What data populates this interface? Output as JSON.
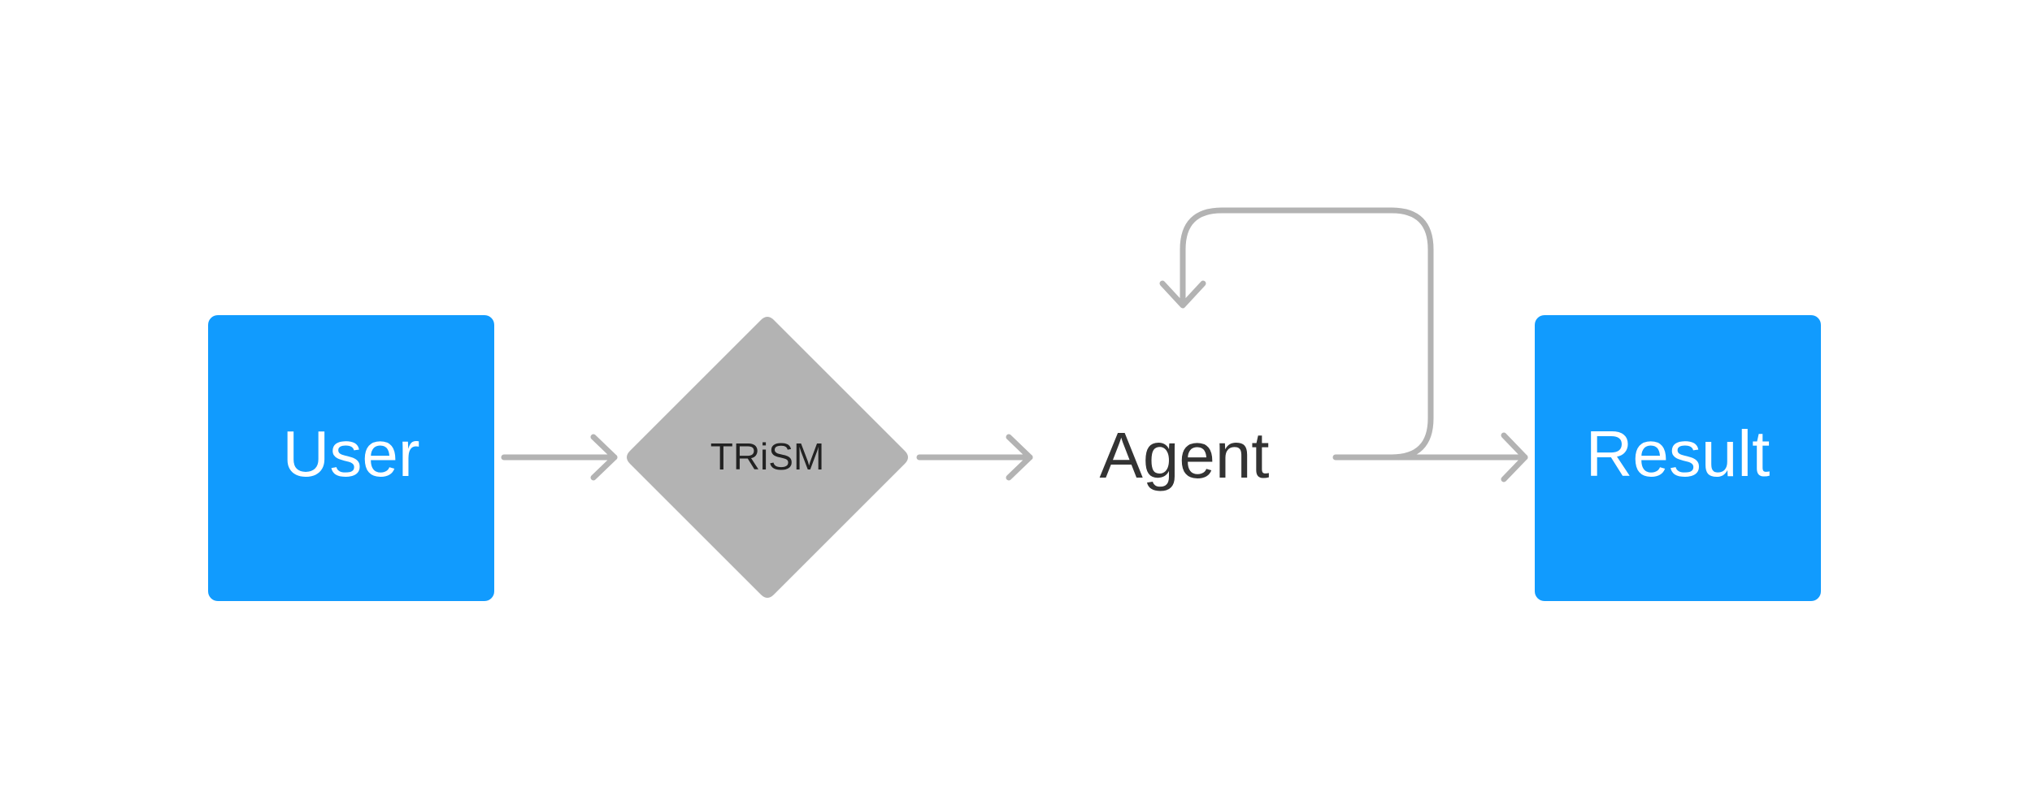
{
  "diagram": {
    "type": "flowchart",
    "direction": "left-to-right",
    "colors": {
      "box_fill": "#119bfe",
      "decision_fill": "#b3b3b3",
      "edge": "#b3b3b3",
      "box_text": "#ffffff",
      "dark_text": "#333333"
    },
    "nodes": [
      {
        "id": "user",
        "label": "User",
        "shape": "rounded-rect"
      },
      {
        "id": "trism",
        "label": "TRiSM",
        "shape": "diamond"
      },
      {
        "id": "agent",
        "label": "Agent",
        "shape": "text"
      },
      {
        "id": "result",
        "label": "Result",
        "shape": "rounded-rect"
      }
    ],
    "edges": [
      {
        "from": "user",
        "to": "trism"
      },
      {
        "from": "trism",
        "to": "agent"
      },
      {
        "from": "agent",
        "to": "result"
      },
      {
        "from": "agent",
        "to": "agent",
        "kind": "loop"
      }
    ]
  }
}
